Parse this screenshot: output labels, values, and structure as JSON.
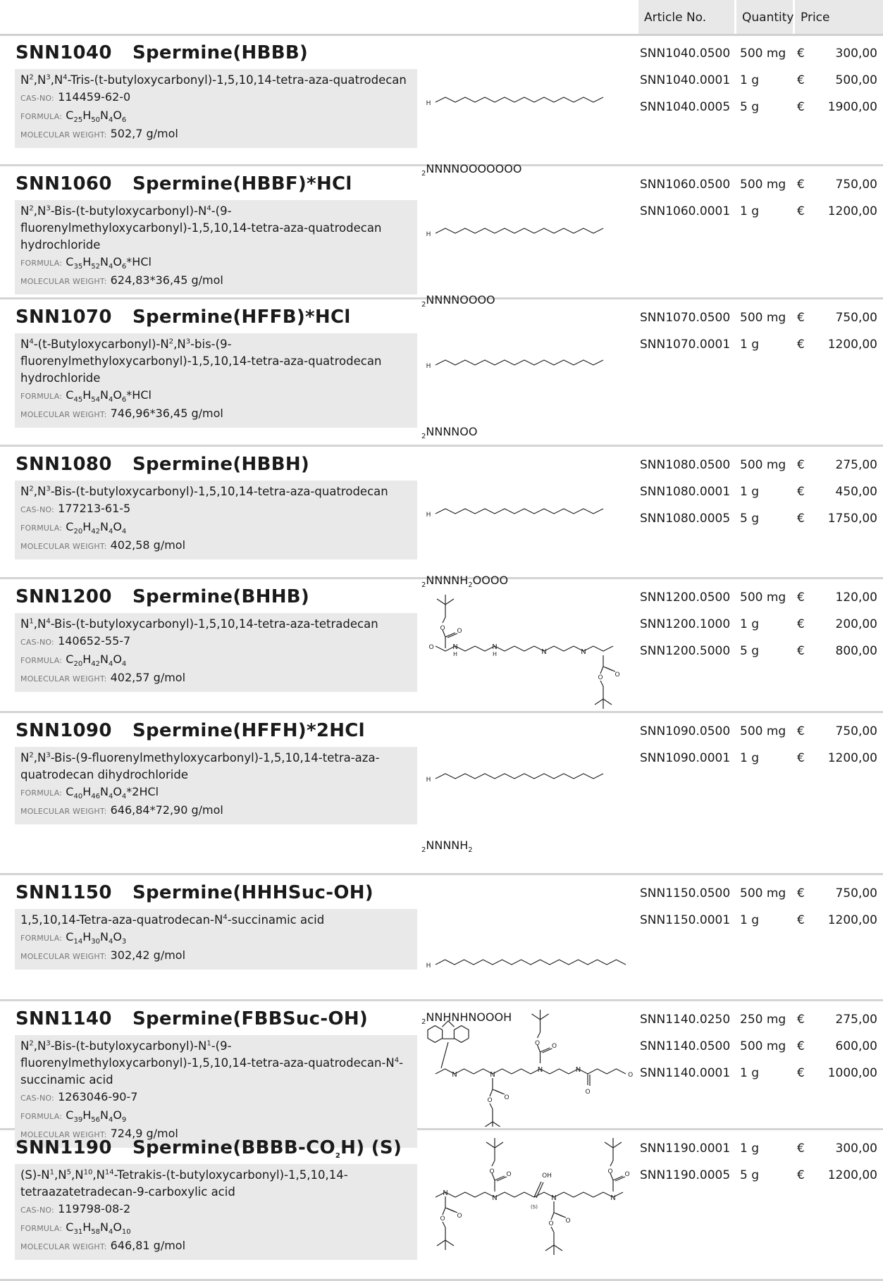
{
  "header": {
    "article": "Article No.",
    "quantity": "Quantity",
    "price": "Price"
  },
  "products": [
    {
      "code": "SNN1040",
      "name": "Spermine(HBBB)",
      "desc": "N<sup>2</sup>,N<sup>3</sup>,N<sup>4</sup>-Tris-(t-butyloxycarbonyl)-1,5,10,14-tetra-aza-quatrodecan",
      "cas": "114459-62-0",
      "formula": "C<sub>25</sub>H<sub>50</sub>N<sub>4</sub>O<sub>6</sub>",
      "mw": "502,7 g/mol",
      "structure": "tri-boc",
      "orders": [
        {
          "art": "SNN1040.0500",
          "qty": "500 mg",
          "cur": "€",
          "price": "300,00"
        },
        {
          "art": "SNN1040.0001",
          "qty": "1 g",
          "cur": "€",
          "price": "500,00"
        },
        {
          "art": "SNN1040.0005",
          "qty": "5 g",
          "cur": "€",
          "price": "1900,00"
        }
      ]
    },
    {
      "code": "SNN1060",
      "name": "Spermine(HBBF)*HCl",
      "desc": "N<sup>2</sup>,N<sup>3</sup>-Bis-(t-butyloxycarbonyl)-N<sup>4</sup>-(9-fluorenylmethyloxycarbonyl)-1,5,10,14-tetra-aza-quatrodecan hydrochloride",
      "cas": "",
      "formula": "C<sub>35</sub>H<sub>52</sub>N<sub>4</sub>O<sub>6</sub>*HCl",
      "mw": "624,83*36,45 g/mol",
      "structure": "bis-boc-fmoc",
      "orders": [
        {
          "art": "SNN1060.0500",
          "qty": "500 mg",
          "cur": "€",
          "price": "750,00"
        },
        {
          "art": "SNN1060.0001",
          "qty": "1 g",
          "cur": "€",
          "price": "1200,00"
        }
      ]
    },
    {
      "code": "SNN1070",
      "name": "Spermine(HFFB)*HCl",
      "desc": "N<sup>4</sup>-(t-Butyloxycarbonyl)-N<sup>2</sup>,N<sup>3</sup>-bis-(9-fluorenylmethyloxycarbonyl)-1,5,10,14-tetra-aza-quatrodecan hydrochloride",
      "cas": "",
      "formula": "C<sub>45</sub>H<sub>54</sub>N<sub>4</sub>O<sub>6</sub>*HCl",
      "mw": "746,96*36,45 g/mol",
      "structure": "bis-fmoc-boc",
      "orders": [
        {
          "art": "SNN1070.0500",
          "qty": "500 mg",
          "cur": "€",
          "price": "750,00"
        },
        {
          "art": "SNN1070.0001",
          "qty": "1 g",
          "cur": "€",
          "price": "1200,00"
        }
      ]
    },
    {
      "code": "SNN1080",
      "name": "Spermine(HBBH)",
      "desc": "N<sup>2</sup>,N<sup>3</sup>-Bis-(t-butyloxycarbonyl)-1,5,10,14-tetra-aza-quatrodecan",
      "cas": "177213-61-5",
      "formula": "C<sub>20</sub>H<sub>42</sub>N<sub>4</sub>O<sub>4</sub>",
      "mw": "402,58 g/mol",
      "structure": "bis-boc",
      "orders": [
        {
          "art": "SNN1080.0500",
          "qty": "500 mg",
          "cur": "€",
          "price": "275,00"
        },
        {
          "art": "SNN1080.0001",
          "qty": "1 g",
          "cur": "€",
          "price": "450,00"
        },
        {
          "art": "SNN1080.0005",
          "qty": "5 g",
          "cur": "€",
          "price": "1750,00"
        }
      ]
    },
    {
      "code": "SNN1200",
      "name": "Spermine(BHHB)",
      "desc": "N<sup>1</sup>,N<sup>4</sup>-Bis-(t-butyloxycarbonyl)-1,5,10,14-tetra-aza-tetradecan",
      "cas": "140652-55-7",
      "formula": "C<sub>20</sub>H<sub>42</sub>N<sub>4</sub>O<sub>4</sub>",
      "mw": "402,57 g/mol",
      "structure": "terminal-boc",
      "orders": [
        {
          "art": "SNN1200.0500",
          "qty": "500 mg",
          "cur": "€",
          "price": "120,00"
        },
        {
          "art": "SNN1200.1000",
          "qty": "1 g",
          "cur": "€",
          "price": "200,00"
        },
        {
          "art": "SNN1200.5000",
          "qty": "5 g",
          "cur": "€",
          "price": "800,00"
        }
      ]
    },
    {
      "code": "SNN1090",
      "name": "Spermine(HFFH)*2HCl",
      "desc": "N<sup>2</sup>,N<sup>3</sup>-Bis-(9-fluorenylmethyloxycarbonyl)-1,5,10,14-tetra-aza-quatrodecan dihydrochloride",
      "cas": "",
      "formula": "C<sub>40</sub>H<sub>46</sub>N<sub>4</sub>O<sub>4</sub>*2HCl",
      "mw": "646,84*72,90 g/mol",
      "structure": "bis-fmoc",
      "orders": [
        {
          "art": "SNN1090.0500",
          "qty": "500 mg",
          "cur": "€",
          "price": "750,00"
        },
        {
          "art": "SNN1090.0001",
          "qty": "1 g",
          "cur": "€",
          "price": "1200,00"
        }
      ]
    },
    {
      "code": "SNN1150",
      "name": "Spermine(HHHSuc-OH)",
      "desc": "1,5,10,14-Tetra-aza-quatrodecan-N<sup>4</sup>-succinamic acid",
      "cas": "",
      "formula": "C<sub>14</sub>H<sub>30</sub>N<sub>4</sub>O<sub>3</sub>",
      "mw": "302,42 g/mol",
      "structure": "succinamic",
      "orders": [
        {
          "art": "SNN1150.0500",
          "qty": "500 mg",
          "cur": "€",
          "price": "750,00"
        },
        {
          "art": "SNN1150.0001",
          "qty": "1 g",
          "cur": "€",
          "price": "1200,00"
        }
      ]
    },
    {
      "code": "SNN1140",
      "name": "Spermine(FBBSuc-OH)",
      "desc": "N<sup>2</sup>,N<sup>3</sup>-Bis-(t-butyloxycarbonyl)-N<sup>1</sup>-(9-fluorenylmethyloxycarbonyl)-1,5,10,14-tetra-aza-quatrodecan-N<sup>4</sup>-succinamic acid",
      "cas": "1263046-90-7",
      "formula": "C<sub>39</sub>H<sub>56</sub>N<sub>4</sub>O<sub>9</sub>",
      "mw": "724,9 g/mol",
      "structure": "fmoc-bis-boc-suc",
      "orders": [
        {
          "art": "SNN1140.0250",
          "qty": "250 mg",
          "cur": "€",
          "price": "275,00"
        },
        {
          "art": "SNN1140.0500",
          "qty": "500 mg",
          "cur": "€",
          "price": "600,00"
        },
        {
          "art": "SNN1140.0001",
          "qty": "1 g",
          "cur": "€",
          "price": "1000,00"
        }
      ]
    },
    {
      "code": "SNN1190",
      "name": "Spermine(BBBB-CO<sub>2</sub>H) (S)",
      "desc": "(S)-N<sup>1</sup>,N<sup>5</sup>,N<sup>10</sup>,N<sup>14</sup>-Tetrakis-(t-butyloxycarbonyl)-1,5,10,14-tetraazatetradecan-9-carboxylic acid",
      "cas": "119798-08-2",
      "formula": "C<sub>31</sub>H<sub>58</sub>N<sub>4</sub>O<sub>10</sub>",
      "mw": "646,81 g/mol",
      "structure": "tetra-boc-acid",
      "orders": [
        {
          "art": "SNN1190.0001",
          "qty": "1 g",
          "cur": "€",
          "price": "300,00"
        },
        {
          "art": "SNN1190.0005",
          "qty": "5 g",
          "cur": "€",
          "price": "1200,00"
        }
      ]
    }
  ],
  "labels": {
    "cas": "CAS-NO:",
    "formula": "FORMULA:",
    "mw": "MOLECULAR WEIGHT:"
  },
  "structure_text": {
    "n": "N",
    "nh": "N",
    "h": "H",
    "o": "O",
    "oh": "OH",
    "h2n": "H<sub>2</sub>N",
    "nh2": "NH<sub>2</sub>",
    "s": "(S)"
  }
}
